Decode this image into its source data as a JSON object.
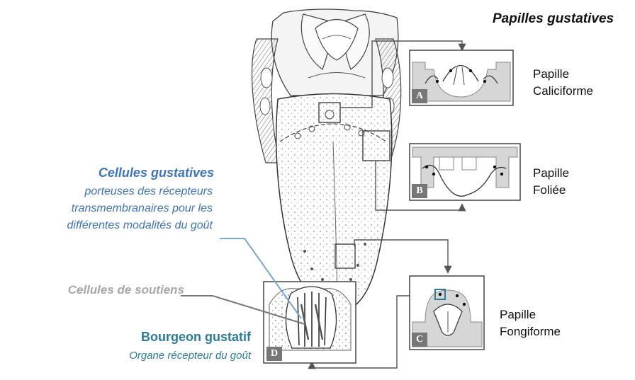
{
  "title": "Papilles gustatives",
  "papilles": {
    "a": {
      "letter": "A",
      "line1": "Papille",
      "line2": "Caliciforme"
    },
    "b": {
      "letter": "B",
      "line1": "Papille",
      "line2": "Foliée"
    },
    "c": {
      "letter": "C",
      "line1": "Papille",
      "line2": "Fongiforme"
    },
    "d": {
      "letter": "D"
    }
  },
  "cellules_gustatives": {
    "heading": "Cellules gustatives",
    "line1": "porteuses des récepteurs",
    "line2": "transmembranaires pour les",
    "line3": "différentes modalités du goût"
  },
  "cellules_soutiens": "Cellules de soutiens",
  "bourgeon": {
    "heading": "Bourgeon gustatif",
    "sub": "Organe récepteur du goût"
  },
  "colors": {
    "blue": "#3f74b7",
    "teal": "#2d7c96",
    "gray_text": "#a7a7a7",
    "connector": "#555555",
    "tissue": "#d6d6d6"
  }
}
